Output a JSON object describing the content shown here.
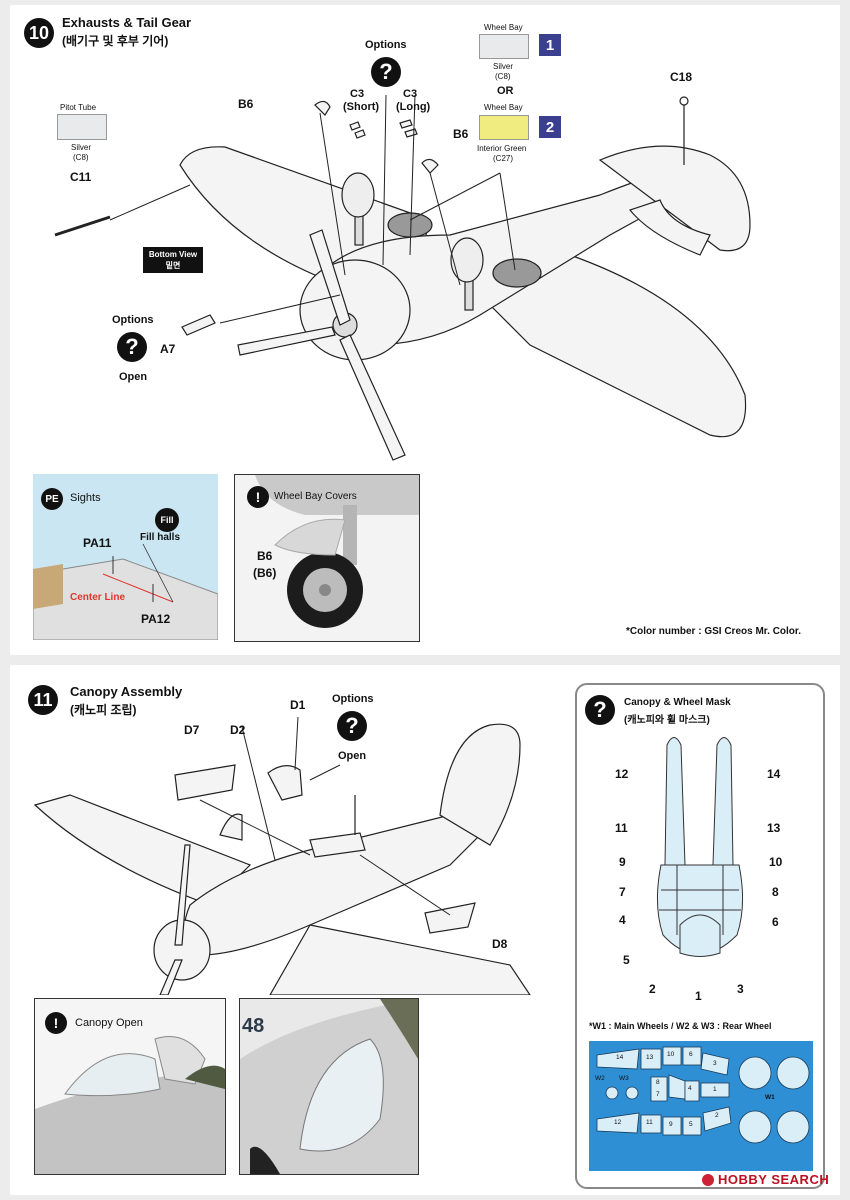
{
  "step10": {
    "number": "10",
    "title": "Exhausts & Tail Gear",
    "subtitle": "(배기구 및 후부 기어)",
    "options_top": "Options",
    "c3_short": "C3",
    "c3_short_note": "(Short)",
    "c3_long": "C3",
    "c3_long_note": "(Long)",
    "b6_left": "B6",
    "b6_right": "B6",
    "c11": "C11",
    "c18": "C18",
    "pitot_label": "Pitot Tube",
    "pitot_color": "Silver",
    "pitot_code": "(C8)",
    "wheel_bay_1_label": "Wheel Bay",
    "wheel_bay_1_color": "Silver",
    "wheel_bay_1_code": "(C8)",
    "or": "OR",
    "wheel_bay_2_label": "Wheel Bay",
    "wheel_bay_2_color": "Interior Green",
    "wheel_bay_2_code": "(C27)",
    "option_1": "1",
    "option_2": "2",
    "bottom_view": "Bottom View",
    "bottom_view_kr": "밑면",
    "options_left": "Options",
    "a7": "A7",
    "open": "Open",
    "swatch_silver": "#e8eaeb",
    "swatch_green": "#f1ec80"
  },
  "detail_sights": {
    "badge": "PE",
    "title": "Sights",
    "fill_badge": "Fill",
    "pa11": "PA11",
    "fill_halls": "Fill halls",
    "center_line": "Center Line",
    "pa12": "PA12"
  },
  "detail_wheelbay": {
    "title": "Wheel Bay Covers",
    "b6": "B6",
    "b6_alt": "(B6)"
  },
  "color_note": "*Color number : GSI Creos Mr. Color.",
  "step11": {
    "number": "11",
    "title": "Canopy Assembly",
    "subtitle": "(캐노피 조립)",
    "d7": "D7",
    "d2": "D2",
    "d1": "D1",
    "options": "Options",
    "open": "Open",
    "d8": "D8"
  },
  "mask": {
    "title": "Canopy & Wheel Mask",
    "subtitle": "(캐노피와 휠 마스크)",
    "labels": [
      "12",
      "14",
      "11",
      "13",
      "9",
      "10",
      "7",
      "8",
      "4",
      "6",
      "5",
      "2",
      "1",
      "3"
    ],
    "wheel_note": "*W1 : Main Wheels / W2 & W3 : Rear Wheel",
    "sheet_row1": [
      "14",
      "13",
      "10",
      "6"
    ],
    "sheet_row2": [
      "8",
      "7",
      "4",
      "1"
    ],
    "sheet_row3": [
      "12",
      "11",
      "9",
      "5"
    ],
    "sheet_3": "3",
    "sheet_2": "2",
    "w1": "W1",
    "w2": "W2",
    "w3": "W3"
  },
  "canopy_open_title": "Canopy Open",
  "photo_number": "48",
  "watermark": "HOBBY SEARCH"
}
